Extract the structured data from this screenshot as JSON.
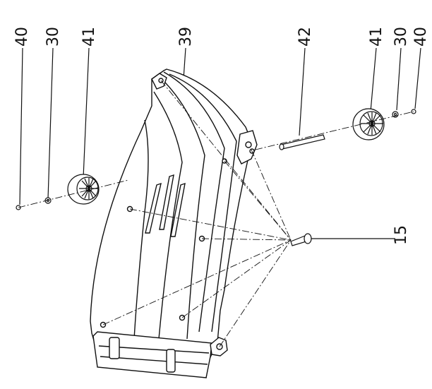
{
  "diagram": {
    "part_labels": [
      {
        "id": "label-40-left",
        "text": "40"
      },
      {
        "id": "label-30-left",
        "text": "30"
      },
      {
        "id": "label-41-left",
        "text": "41"
      },
      {
        "id": "label-39",
        "text": "39"
      },
      {
        "id": "label-42",
        "text": "42"
      },
      {
        "id": "label-41-right",
        "text": "41"
      },
      {
        "id": "label-30-right",
        "text": "30"
      },
      {
        "id": "label-40-right",
        "text": "40"
      },
      {
        "id": "label-15",
        "text": "15"
      }
    ],
    "colors": {
      "line": "#111111",
      "background": "#ffffff"
    }
  }
}
